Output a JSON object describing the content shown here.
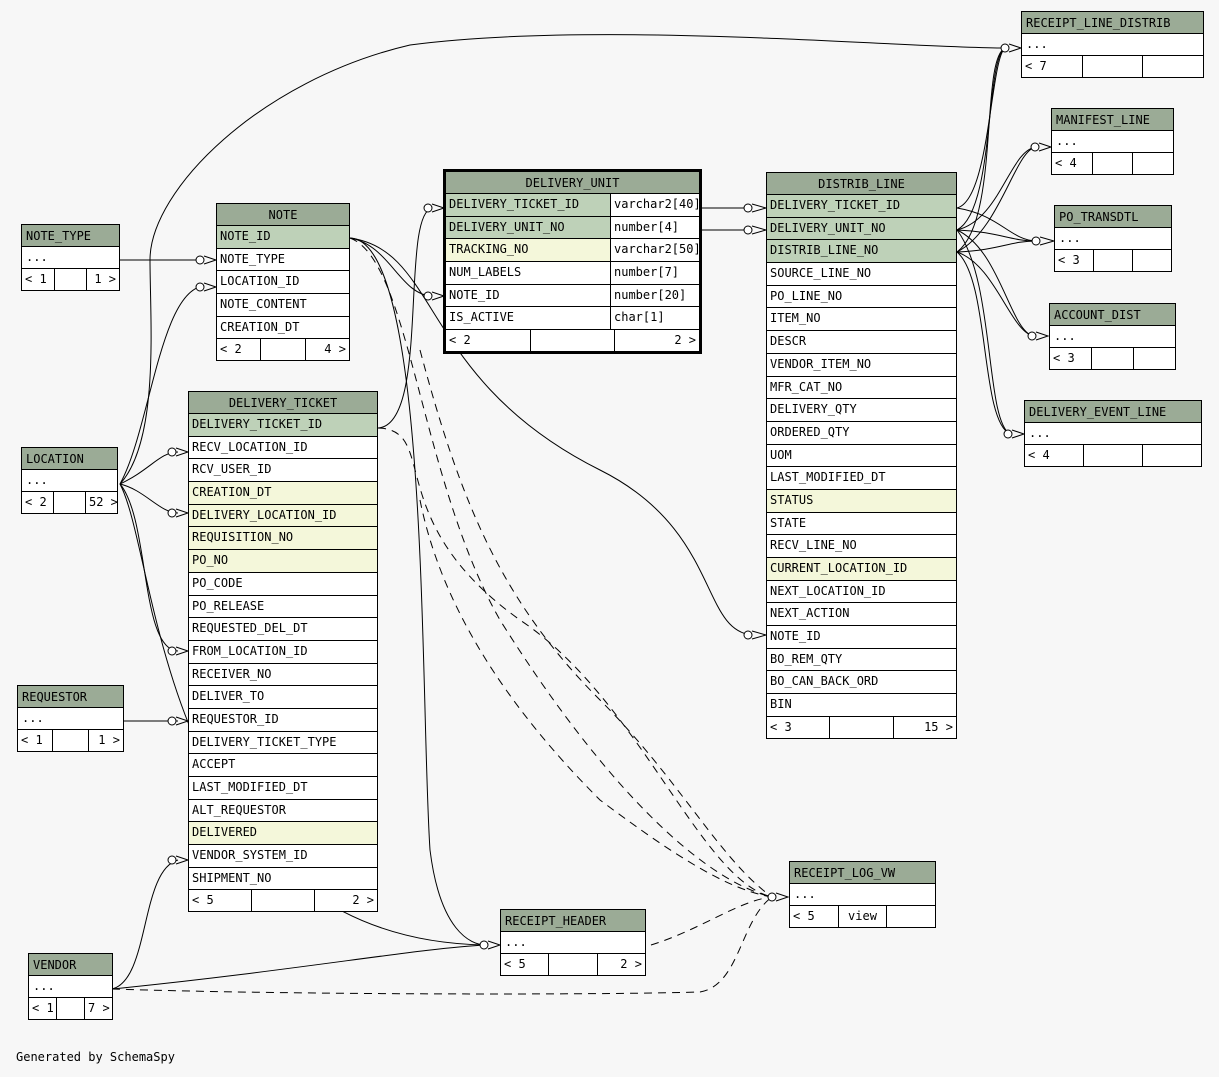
{
  "footer": "Generated by SchemaSpy",
  "tables": {
    "receipt_line_distrib": {
      "title": "RECEIPT_LINE_DISTRIB",
      "ellipsis": "...",
      "foot": [
        "< 7",
        "",
        ""
      ]
    },
    "manifest_line": {
      "title": "MANIFEST_LINE",
      "ellipsis": "...",
      "foot": [
        "< 4",
        "",
        ""
      ]
    },
    "po_transdtl": {
      "title": "PO_TRANSDTL",
      "ellipsis": "...",
      "foot": [
        "< 3",
        "",
        ""
      ]
    },
    "account_dist": {
      "title": "ACCOUNT_DIST",
      "ellipsis": "...",
      "foot": [
        "< 3",
        "",
        ""
      ]
    },
    "delivery_event_line": {
      "title": "DELIVERY_EVENT_LINE",
      "ellipsis": "...",
      "foot": [
        "< 4",
        "",
        ""
      ]
    },
    "note_type": {
      "title": "NOTE_TYPE",
      "ellipsis": "...",
      "foot": [
        "< 1",
        "",
        "1 >"
      ]
    },
    "location": {
      "title": "LOCATION",
      "ellipsis": "...",
      "foot": [
        "< 2",
        "",
        "52 >"
      ]
    },
    "requestor": {
      "title": "REQUESTOR",
      "ellipsis": "...",
      "foot": [
        "< 1",
        "",
        "1 >"
      ]
    },
    "vendor": {
      "title": "VENDOR",
      "ellipsis": "...",
      "foot": [
        "< 1",
        "",
        "7 >"
      ]
    },
    "receipt_header": {
      "title": "RECEIPT_HEADER",
      "ellipsis": "...",
      "foot": [
        "< 5",
        "",
        "2 >"
      ]
    },
    "receipt_log_vw": {
      "title": "RECEIPT_LOG_VW",
      "ellipsis": "...",
      "foot": [
        "< 5",
        "view",
        ""
      ]
    },
    "note": {
      "title": "NOTE",
      "columns": [
        "NOTE_ID",
        "NOTE_TYPE",
        "LOCATION_ID",
        "NOTE_CONTENT",
        "CREATION_DT"
      ],
      "foot": [
        "< 2",
        "",
        "4 >"
      ]
    },
    "delivery_unit": {
      "title": "DELIVERY_UNIT",
      "columns": [
        {
          "name": "DELIVERY_TICKET_ID",
          "type": "varchar2[40]"
        },
        {
          "name": "DELIVERY_UNIT_NO",
          "type": "number[4]"
        },
        {
          "name": "TRACKING_NO",
          "type": "varchar2[50]"
        },
        {
          "name": "NUM_LABELS",
          "type": "number[7]"
        },
        {
          "name": "NOTE_ID",
          "type": "number[20]"
        },
        {
          "name": "IS_ACTIVE",
          "type": "char[1]"
        }
      ],
      "foot": [
        "< 2",
        "",
        "2 >"
      ]
    },
    "distrib_line": {
      "title": "DISTRIB_LINE",
      "columns": [
        "DELIVERY_TICKET_ID",
        "DELIVERY_UNIT_NO",
        "DISTRIB_LINE_NO",
        "SOURCE_LINE_NO",
        "PO_LINE_NO",
        "ITEM_NO",
        "DESCR",
        "VENDOR_ITEM_NO",
        "MFR_CAT_NO",
        "DELIVERY_QTY",
        "ORDERED_QTY",
        "UOM",
        "LAST_MODIFIED_DT",
        "STATUS",
        "STATE",
        "RECV_LINE_NO",
        "CURRENT_LOCATION_ID",
        "NEXT_LOCATION_ID",
        "NEXT_ACTION",
        "NOTE_ID",
        "BO_REM_QTY",
        "BO_CAN_BACK_ORD",
        "BIN"
      ],
      "foot": [
        "< 3",
        "",
        "15 >"
      ]
    },
    "delivery_ticket": {
      "title": "DELIVERY_TICKET",
      "columns": [
        "DELIVERY_TICKET_ID",
        "RECV_LOCATION_ID",
        "RCV_USER_ID",
        "CREATION_DT",
        "DELIVERY_LOCATION_ID",
        "REQUISITION_NO",
        "PO_NO",
        "PO_CODE",
        "PO_RELEASE",
        "REQUESTED_DEL_DT",
        "FROM_LOCATION_ID",
        "RECEIVER_NO",
        "DELIVER_TO",
        "REQUESTOR_ID",
        "DELIVERY_TICKET_TYPE",
        "ACCEPT",
        "LAST_MODIFIED_DT",
        "ALT_REQUESTOR",
        "DELIVERED",
        "VENDOR_SYSTEM_ID",
        "SHIPMENT_NO"
      ],
      "foot": [
        "< 5",
        "",
        "2 >"
      ]
    }
  }
}
